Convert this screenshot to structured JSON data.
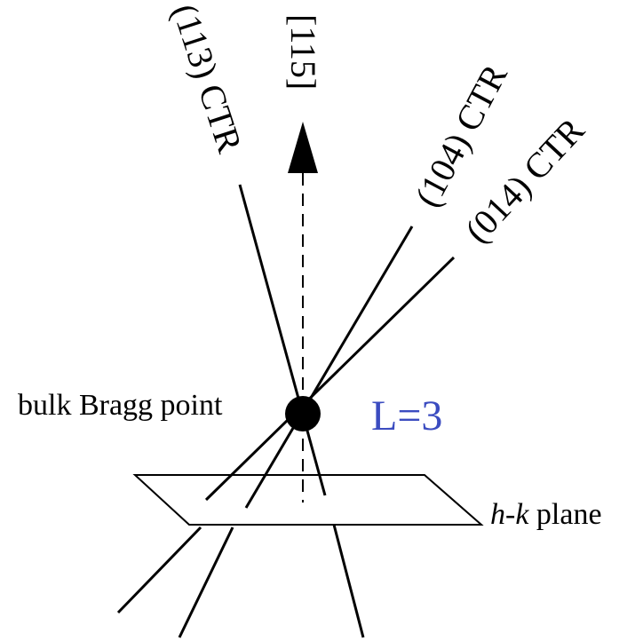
{
  "labels": {
    "ctr_113": "(113) CTR",
    "direction_115": "[115]",
    "ctr_104": "(104) CTR",
    "ctr_014": "(014) CTR",
    "bragg_point": "bulk Bragg point",
    "l_value": "L=3",
    "plane_italic": "h-k",
    "plane_rest": " plane"
  },
  "colors": {
    "line": "#000000",
    "l_label": "#3b4cc0",
    "background": "#ffffff"
  }
}
